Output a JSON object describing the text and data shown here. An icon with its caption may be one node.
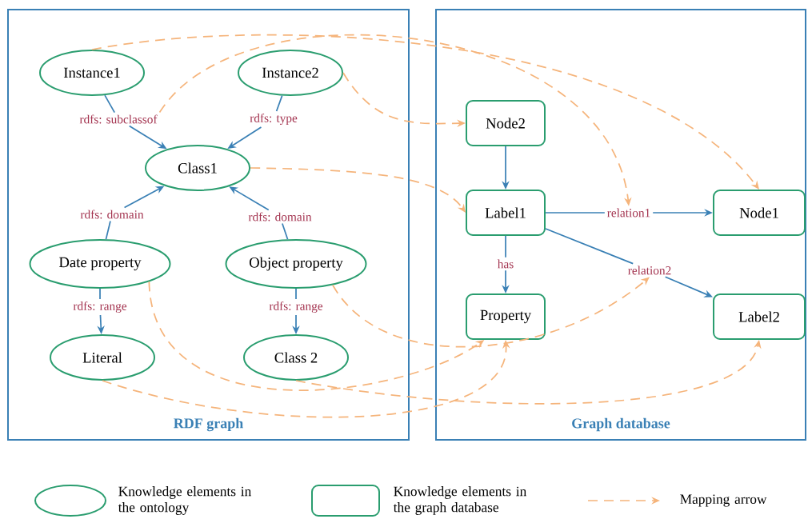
{
  "diagram": {
    "nodes": [
      {
        "text": [
          "RDF graph"
        ]
      },
      {
        "text": [
          "Instance1"
        ],
        "in": 0
      },
      {
        "text": [
          "Instance2"
        ],
        "in": 0
      },
      {
        "text": [
          "rdfs: subclassof"
        ],
        "in": 0
      },
      {
        "text": [
          "rdfs: type"
        ],
        "in": 0
      },
      {
        "text": [
          "Class1"
        ],
        "in": 0
      },
      {
        "text": [
          "rdfs: domain"
        ],
        "in": 0
      },
      {
        "text": [
          "rdfs: domain"
        ],
        "in": 0
      },
      {
        "text": [
          "Date property"
        ],
        "in": 0
      },
      {
        "text": [
          "Object property"
        ],
        "in": 0
      },
      {
        "text": [
          "rdfs: range"
        ],
        "in": 0
      },
      {
        "text": [
          "rdfs: range"
        ],
        "in": 0
      },
      {
        "text": [
          "Literal"
        ],
        "in": 0
      },
      {
        "text": [
          "Class 2"
        ],
        "in": 0
      },
      {
        "text": [
          "Graph database"
        ]
      },
      {
        "text": [
          "Node2"
        ],
        "in": 14
      },
      {
        "text": [
          "Label1"
        ],
        "in": 14
      },
      {
        "text": [
          "relation1"
        ],
        "in": 14
      },
      {
        "text": [
          "Node1"
        ],
        "in": 14
      },
      {
        "text": [
          "has"
        ],
        "in": 14
      },
      {
        "text": [
          "relation2"
        ],
        "in": 14
      },
      {
        "text": [
          "Property"
        ],
        "in": 14
      },
      {
        "text": [
          "Label2"
        ],
        "in": 14
      }
    ],
    "edges": [
      {
        "from": 1,
        "to": 3,
        "arrow": "none"
      },
      {
        "from": 3,
        "to": 5,
        "arrow": "to"
      },
      {
        "from": 2,
        "to": 4,
        "arrow": "none"
      },
      {
        "from": 4,
        "to": 5,
        "arrow": "to"
      },
      {
        "from": 8,
        "to": 6,
        "arrow": "none"
      },
      {
        "from": 6,
        "to": 5,
        "arrow": "to"
      },
      {
        "from": 9,
        "to": 7,
        "arrow": "none"
      },
      {
        "from": 7,
        "to": 5,
        "arrow": "to"
      },
      {
        "from": 8,
        "to": 10,
        "arrow": "none"
      },
      {
        "from": 10,
        "to": 12,
        "arrow": "to"
      },
      {
        "from": 9,
        "to": 11,
        "arrow": "none"
      },
      {
        "from": 11,
        "to": 13,
        "arrow": "to"
      },
      {
        "from": 15,
        "to": 16,
        "arrow": "to"
      },
      {
        "from": 16,
        "to": 17,
        "arrow": "none"
      },
      {
        "from": 17,
        "to": 18,
        "arrow": "to"
      },
      {
        "from": 16,
        "to": 19,
        "arrow": "none"
      },
      {
        "from": 19,
        "to": 21,
        "arrow": "to"
      },
      {
        "from": 16,
        "to": 20,
        "arrow": "none"
      },
      {
        "from": 20,
        "to": 22,
        "arrow": "to"
      },
      {
        "from": 1,
        "to": 18,
        "arrow": "to",
        "style": "dashed",
        "color": "#f5b47b"
      },
      {
        "from": 3,
        "to": 17,
        "arrow": "to",
        "style": "dashed",
        "color": "#f5b47b"
      },
      {
        "from": 2,
        "to": 15,
        "arrow": "to",
        "style": "dashed",
        "color": "#f5b47b"
      },
      {
        "from": 5,
        "to": 16,
        "arrow": "to",
        "style": "dashed",
        "color": "#f5b47b"
      },
      {
        "from": 8,
        "to": 21,
        "arrow": "to",
        "style": "dashed",
        "color": "#f5b47b"
      },
      {
        "from": 9,
        "to": 20,
        "arrow": "to",
        "style": "dashed",
        "color": "#f5b47b"
      },
      {
        "from": 12,
        "to": 21,
        "arrow": "to",
        "style": "dashed",
        "color": "#f5b47b"
      },
      {
        "from": 13,
        "to": 22,
        "arrow": "to",
        "style": "dashed",
        "color": "#f5b47b"
      }
    ],
    "legend": [
      {
        "text": "Knowledge elements in the ontology"
      },
      {
        "text": "Knowledge elements in the graph database"
      },
      {
        "text": "Mapping arrow"
      }
    ]
  }
}
